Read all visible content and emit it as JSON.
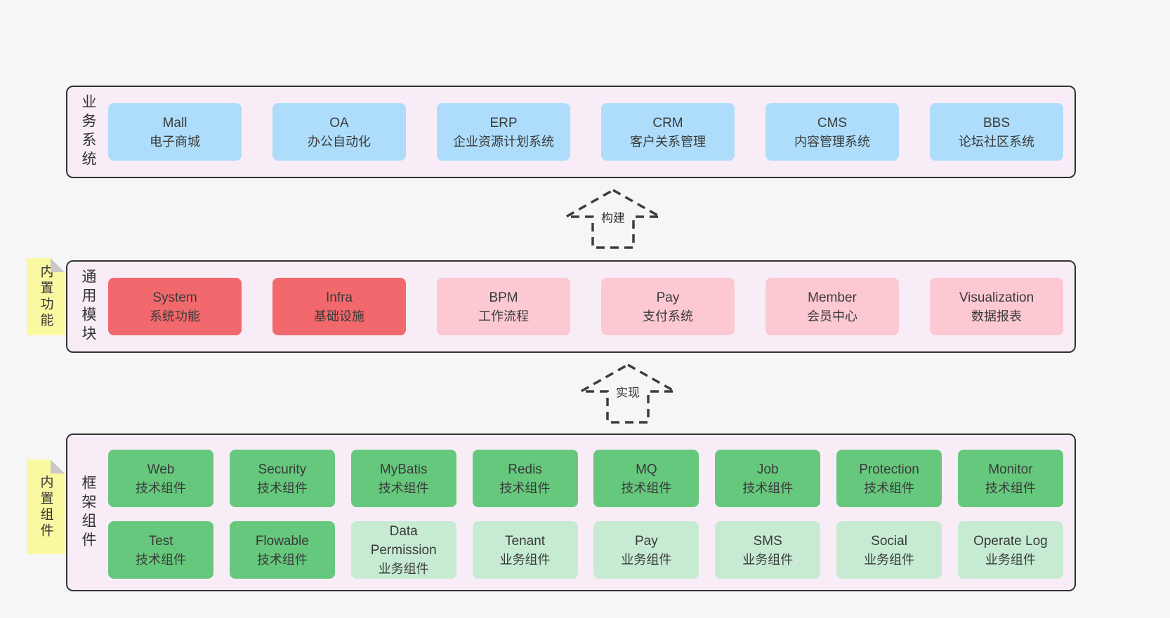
{
  "colors": {
    "page_bg": "#f7f6f7",
    "container_bg": "#f8edf7",
    "container_border": "#333333",
    "blue": "#aeddfb",
    "red": "#f1696c",
    "pink": "#fcc9d3",
    "green": "#66c87d",
    "light_green": "#c6ebd2",
    "sticky_yellow": "#f9f9a2",
    "text": "#3a3a3a"
  },
  "arrows": [
    {
      "label": "构建"
    },
    {
      "label": "实现"
    }
  ],
  "sections": {
    "business": {
      "label": "业务系统",
      "boxes": [
        {
          "title": "Mall",
          "subtitle": "电子商城",
          "variant": "blue"
        },
        {
          "title": "OA",
          "subtitle": "办公自动化",
          "variant": "blue"
        },
        {
          "title": "ERP",
          "subtitle": "企业资源计划系统",
          "variant": "blue"
        },
        {
          "title": "CRM",
          "subtitle": "客户关系管理",
          "variant": "blue"
        },
        {
          "title": "CMS",
          "subtitle": "内容管理系统",
          "variant": "blue"
        },
        {
          "title": "BBS",
          "subtitle": "论坛社区系统",
          "variant": "blue"
        }
      ]
    },
    "modules": {
      "label": "通用模块",
      "sticky": "内置功能",
      "boxes": [
        {
          "title": "System",
          "subtitle": "系统功能",
          "variant": "red"
        },
        {
          "title": "Infra",
          "subtitle": "基础设施",
          "variant": "red"
        },
        {
          "title": "BPM",
          "subtitle": "工作流程",
          "variant": "pink"
        },
        {
          "title": "Pay",
          "subtitle": "支付系统",
          "variant": "pink"
        },
        {
          "title": "Member",
          "subtitle": "会员中心",
          "variant": "pink"
        },
        {
          "title": "Visualization",
          "subtitle": "数据报表",
          "variant": "pink"
        }
      ]
    },
    "framework": {
      "label": "框架组件",
      "sticky": "内置组件",
      "rows": [
        [
          {
            "title": "Web",
            "subtitle": "技术组件",
            "variant": "green"
          },
          {
            "title": "Security",
            "subtitle": "技术组件",
            "variant": "green"
          },
          {
            "title": "MyBatis",
            "subtitle": "技术组件",
            "variant": "green"
          },
          {
            "title": "Redis",
            "subtitle": "技术组件",
            "variant": "green"
          },
          {
            "title": "MQ",
            "subtitle": "技术组件",
            "variant": "green"
          },
          {
            "title": "Job",
            "subtitle": "技术组件",
            "variant": "green"
          },
          {
            "title": "Protection",
            "subtitle": "技术组件",
            "variant": "green"
          },
          {
            "title": "Monitor",
            "subtitle": "技术组件",
            "variant": "green"
          }
        ],
        [
          {
            "title": "Test",
            "subtitle": "技术组件",
            "variant": "green"
          },
          {
            "title": "Flowable",
            "subtitle": "技术组件",
            "variant": "green"
          },
          {
            "title": "Data Permission",
            "subtitle": "业务组件",
            "variant": "lightgreen"
          },
          {
            "title": "Tenant",
            "subtitle": "业务组件",
            "variant": "lightgreen"
          },
          {
            "title": "Pay",
            "subtitle": "业务组件",
            "variant": "lightgreen"
          },
          {
            "title": "SMS",
            "subtitle": "业务组件",
            "variant": "lightgreen"
          },
          {
            "title": "Social",
            "subtitle": "业务组件",
            "variant": "lightgreen"
          },
          {
            "title": "Operate Log",
            "subtitle": "业务组件",
            "variant": "lightgreen"
          }
        ]
      ]
    }
  }
}
